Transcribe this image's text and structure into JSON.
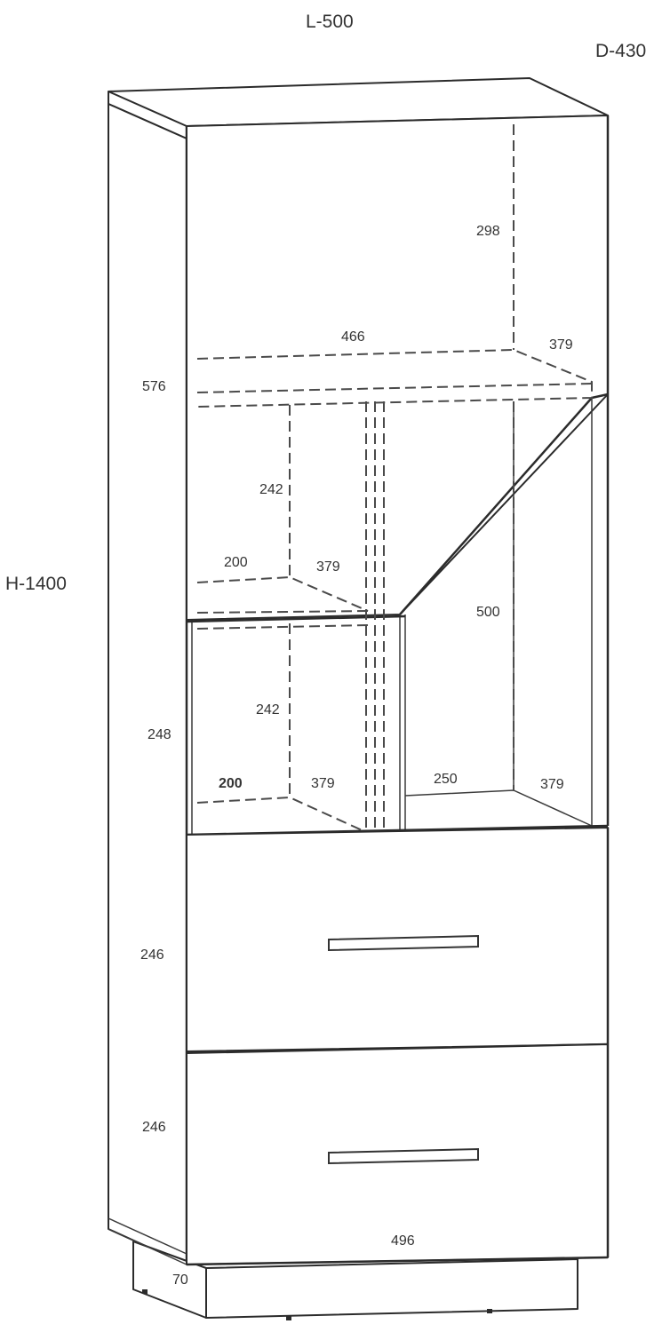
{
  "dimensions": {
    "width": "L-500",
    "depth": "D-430",
    "height": "H-1400",
    "upper_section_height": "576",
    "upper_back_height": "298",
    "shelf_width": "466",
    "shelf_depth_top": "379",
    "inner_niche_height_upper": "242",
    "inner_niche_width_upper": "200",
    "inner_niche_depth_upper": "379",
    "right_niche_height": "500",
    "middle_section_height": "248",
    "inner_niche_height_lower": "242",
    "inner_niche_width_lower": "200",
    "inner_niche_depth_lower": "379",
    "right_niche_width": "250",
    "right_niche_depth": "379",
    "drawer_1_height": "246",
    "drawer_2_height": "246",
    "bottom_width": "496",
    "plinth_height": "70"
  }
}
